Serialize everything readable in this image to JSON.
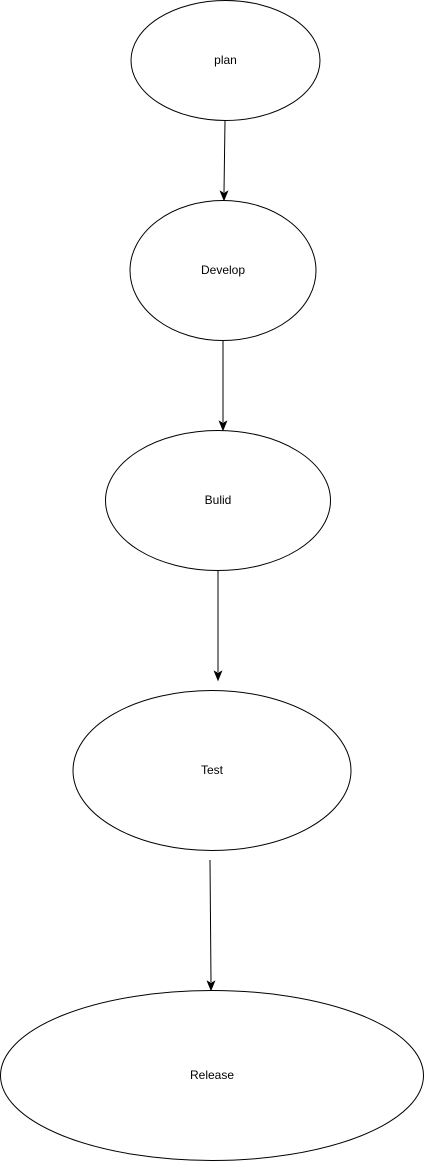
{
  "diagram": {
    "nodes": [
      {
        "id": "plan",
        "label": "plan"
      },
      {
        "id": "develop",
        "label": "Develop"
      },
      {
        "id": "build",
        "label": "Bulid"
      },
      {
        "id": "test",
        "label": "Test"
      },
      {
        "id": "release",
        "label": "Release"
      }
    ],
    "edges": [
      {
        "from": "plan",
        "to": "develop"
      },
      {
        "from": "develop",
        "to": "build"
      },
      {
        "from": "build",
        "to": "test"
      },
      {
        "from": "test",
        "to": "release"
      }
    ]
  }
}
